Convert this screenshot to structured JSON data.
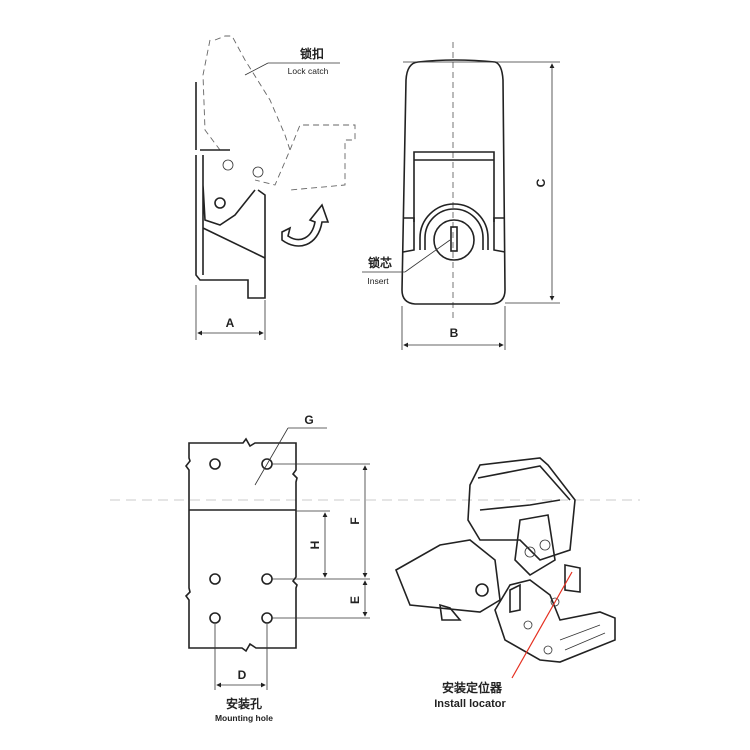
{
  "side_view": {
    "lock_catch_cn": "锁扣",
    "lock_catch_en": "Lock catch",
    "dim_a": "A"
  },
  "front_view": {
    "insert_cn": "锁芯",
    "insert_en": "Insert",
    "dim_b": "B",
    "dim_c": "C"
  },
  "mounting_hole": {
    "title_cn": "安装孔",
    "title_en": "Mounting hole",
    "dim_d": "D",
    "dim_e": "E",
    "dim_f": "F",
    "dim_g": "G",
    "dim_h": "H"
  },
  "iso_view": {
    "locator_cn": "安装定位器",
    "locator_en": "Install locator",
    "accent": "#e53020"
  }
}
